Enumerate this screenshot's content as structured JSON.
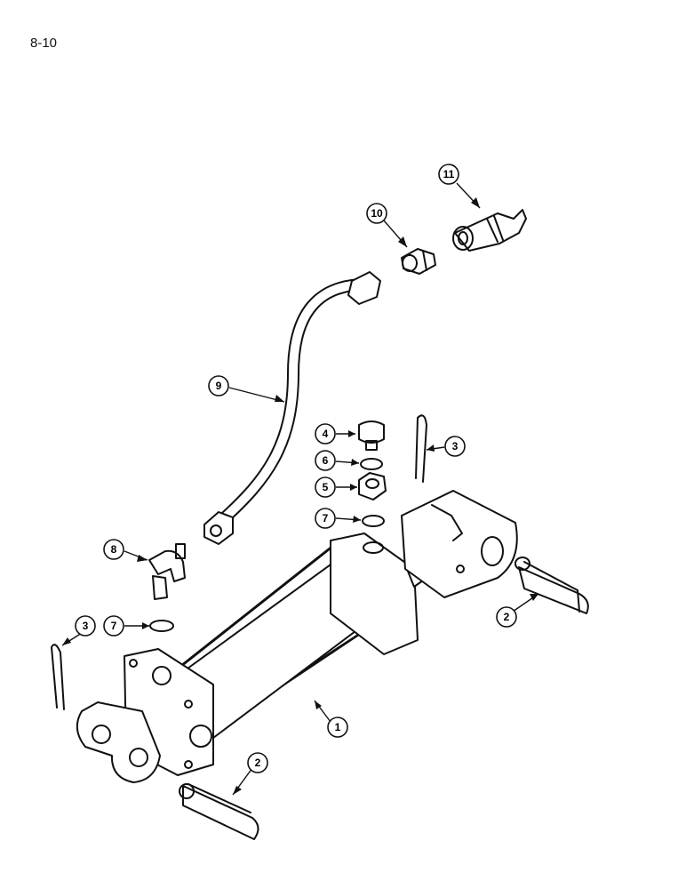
{
  "page": {
    "number": "8-10"
  },
  "callouts": [
    {
      "id": "c11",
      "label": "11"
    },
    {
      "id": "c10",
      "label": "10"
    },
    {
      "id": "c9",
      "label": "9"
    },
    {
      "id": "c4",
      "label": "4"
    },
    {
      "id": "c6",
      "label": "6"
    },
    {
      "id": "c5",
      "label": "5"
    },
    {
      "id": "c7a",
      "label": "7"
    },
    {
      "id": "c3a",
      "label": "3"
    },
    {
      "id": "c8",
      "label": "8"
    },
    {
      "id": "c2a",
      "label": "2"
    },
    {
      "id": "c7b",
      "label": "7"
    },
    {
      "id": "c3b",
      "label": "3"
    },
    {
      "id": "c1",
      "label": "1"
    },
    {
      "id": "c2b",
      "label": "2"
    }
  ],
  "colors": {
    "ink": "#111111",
    "paper": "#ffffff",
    "shade": "#d9d9d9"
  }
}
